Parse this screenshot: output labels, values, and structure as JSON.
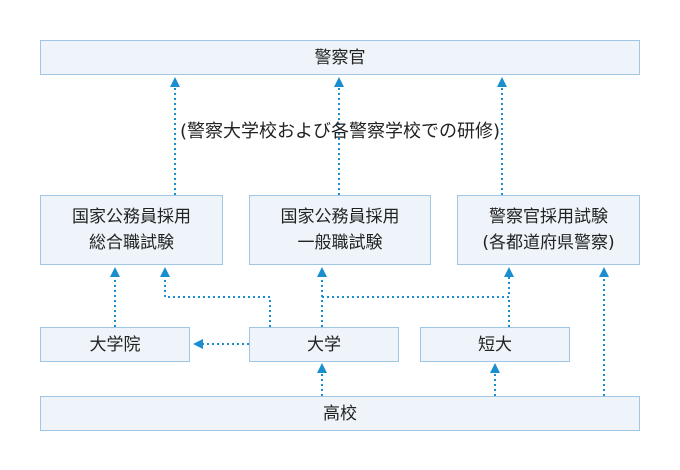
{
  "nodes": {
    "keisatsukan": "警察官",
    "kokka_sougou": [
      "国家公務員採用",
      "総合職試験"
    ],
    "kokka_ippan": [
      "国家公務員採用",
      "一般職試験"
    ],
    "keisatsukan_saiyou": [
      "警察官採用試験",
      "(各都道府県警察)"
    ],
    "daigakuin": "大学院",
    "daigaku": "大学",
    "tandai": "短大",
    "koukou": "高校"
  },
  "training_note": "(警察大学校および各警察学校での研修)",
  "colors": {
    "box_fill": "#eef4fa",
    "box_border": "#9fc6e4",
    "connector": "#1a8fd0"
  }
}
